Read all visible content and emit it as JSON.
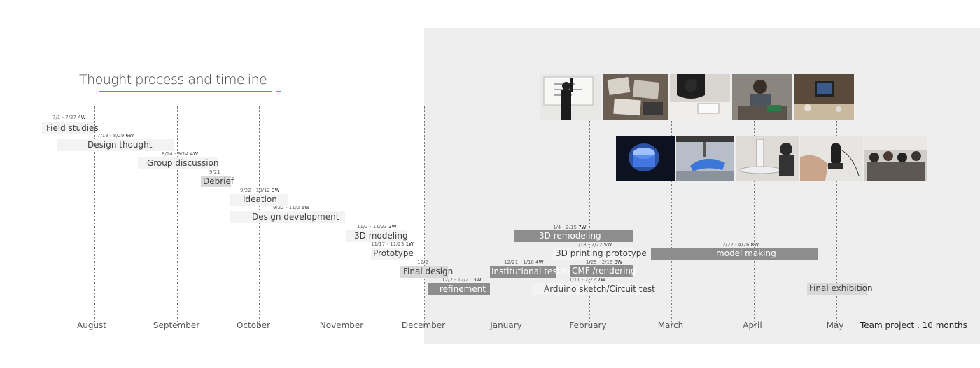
{
  "title": "Thought process and timeline",
  "footer_note": "Team project . 10 months",
  "months": [
    "August",
    "September",
    "October",
    "November",
    "December",
    "January",
    "February",
    "March",
    "April",
    "May"
  ],
  "colors": {
    "accent": "#2aa7c9",
    "panel": "#eeeeee",
    "bar_dark": "#8d8d8d",
    "bar_light": "#f3f3f3",
    "bar_mid": "#d9d9d9"
  },
  "tasks": [
    {
      "label": "Field studies",
      "dates": "7/1 - 7/27",
      "duration": "4W"
    },
    {
      "label": "Design thought",
      "dates": "7/19 - 8/29",
      "duration": "6W"
    },
    {
      "label": "Group discussion",
      "dates": "8/14 - 9/14",
      "duration": "4W"
    },
    {
      "label": "Debrief",
      "dates": "9/21",
      "duration": ""
    },
    {
      "label": "Ideation",
      "dates": "9/22 - 10/12",
      "duration": "3W"
    },
    {
      "label": "Design development",
      "dates": "9/22 - 11/2",
      "duration": "6W"
    },
    {
      "label": "3D modeling",
      "dates": "11/2 - 11/23",
      "duration": "3W"
    },
    {
      "label": "Prototype",
      "dates": "11/17 - 11/23",
      "duration": "1W"
    },
    {
      "label": "Final design",
      "dates": "12/2",
      "duration": ""
    },
    {
      "label": "refinement",
      "dates": "12/2 - 12/21",
      "duration": "3W"
    },
    {
      "label": "Institutional testing",
      "dates": "12/21 - 1/18",
      "duration": "4W"
    },
    {
      "label": "3D remodeling",
      "dates": "1/4 - 2/15",
      "duration": "7W"
    },
    {
      "label": "3D printing prototype",
      "dates": "1/18 - 2/22",
      "duration": "5W"
    },
    {
      "label": "CMF /rendering",
      "dates": "1/25 - 2/15",
      "duration": "3W"
    },
    {
      "label": "Arduino sketch/Circuit test",
      "dates": "1/11 - 2/22",
      "duration": "7W"
    },
    {
      "label": "model making",
      "dates": "2/22 - 4/26",
      "duration": "8W"
    },
    {
      "label": "Final exhibition",
      "dates": "",
      "duration": ""
    }
  ],
  "photos": [
    {
      "icon": "whiteboard-photo"
    },
    {
      "icon": "desk-sketches-photo"
    },
    {
      "icon": "sketching-photo"
    },
    {
      "icon": "soldering-photo"
    },
    {
      "icon": "workbench-photo"
    },
    {
      "icon": "glowing-prototype-photo"
    },
    {
      "icon": "3d-printer-photo"
    },
    {
      "icon": "model-making-photo"
    },
    {
      "icon": "person-testing-photo"
    },
    {
      "icon": "device-assembly-photo"
    },
    {
      "icon": "exhibition-crowd-photo"
    }
  ]
}
